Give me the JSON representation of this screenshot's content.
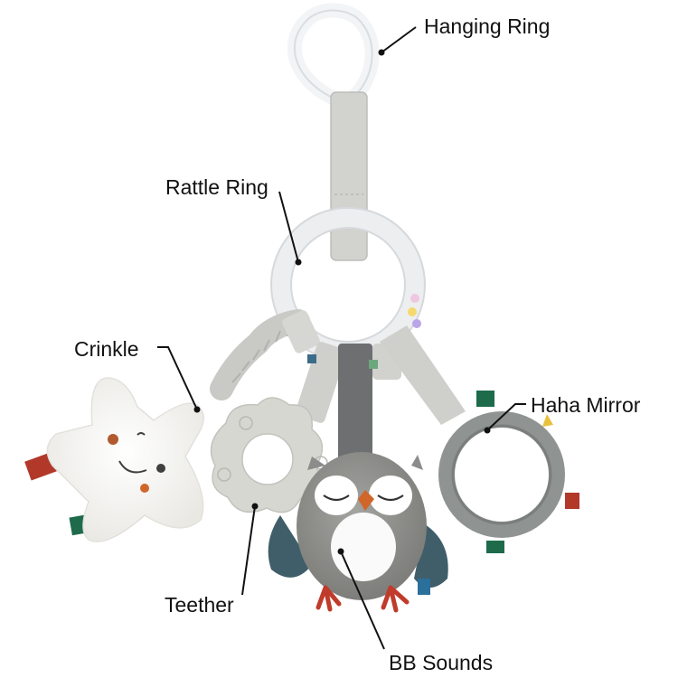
{
  "labels": {
    "hanging_ring": "Hanging Ring",
    "rattle_ring": "Rattle Ring",
    "crinkle": "Crinkle",
    "haha_mirror": "Haha Mirror",
    "teether": "Teether",
    "bb_sounds": "BB Sounds"
  },
  "colors": {
    "background": "#ffffff",
    "strap": "#cfcfcd",
    "owl_body": "#8c8c8a",
    "owl_belly": "#ffffff",
    "owl_wing": "#3f5e6a",
    "owl_beak": "#d0662a",
    "teether": "#d7d7d2",
    "star": "#fbfbf8",
    "tag_red": "#b2382a",
    "tag_green": "#1e6b4c",
    "mirror_rim": "#8d918f",
    "leader_line": "#111111"
  }
}
